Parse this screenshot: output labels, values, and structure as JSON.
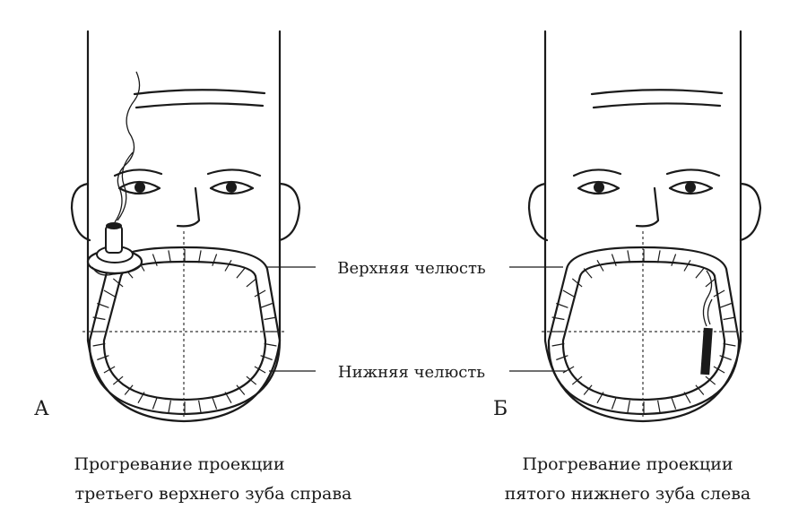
{
  "labels": {
    "upper_jaw": "Верхняя челюсть",
    "lower_jaw": "Нижняя челюсть"
  },
  "panel_a": {
    "letter": "А",
    "caption_line1": "Прогревание проекции",
    "caption_line2": "третьего верхнего зуба справа"
  },
  "panel_b": {
    "letter": "Б",
    "caption_line1": "Прогревание проекции",
    "caption_line2": "пятого нижнего зуба слева"
  }
}
